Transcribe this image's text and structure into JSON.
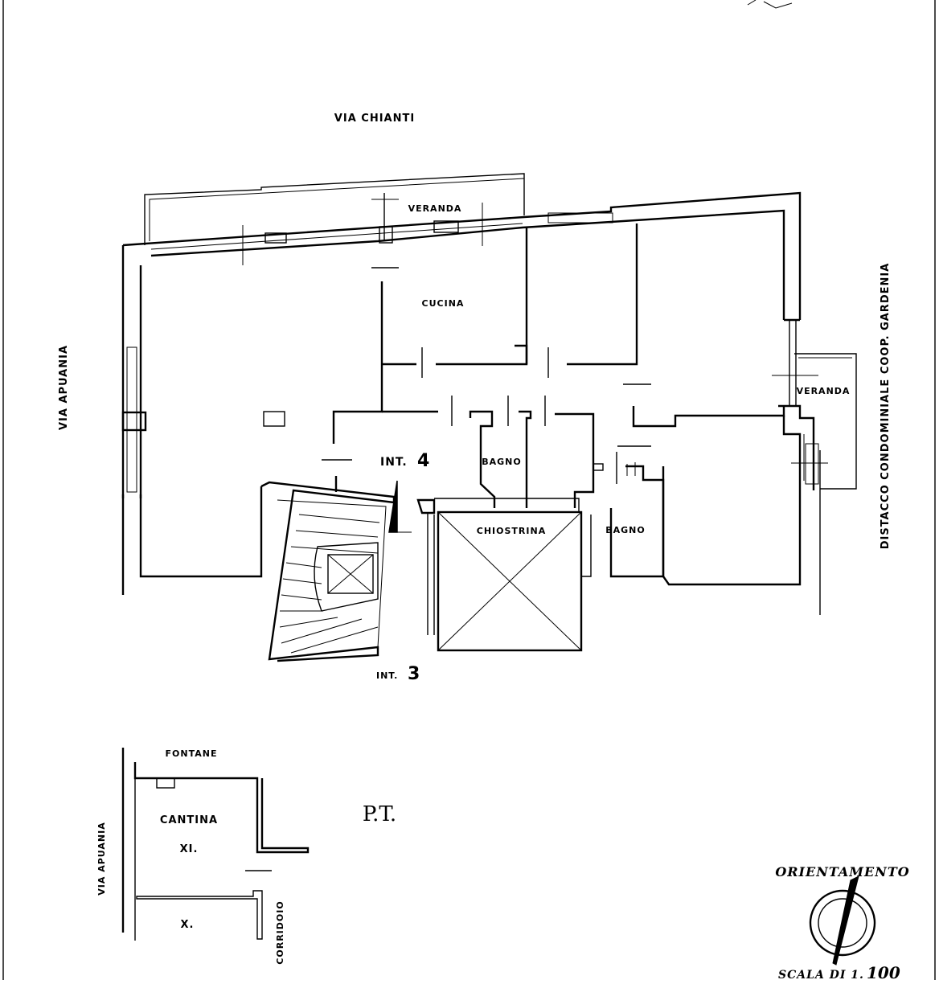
{
  "plan": {
    "street_north": "VIA CHIANTI",
    "street_west": "VIA APUANIA",
    "east_note": "DISTACCO CONDOMINIALE COOP. GARDENIA",
    "rooms": {
      "veranda_north": "VERANDA",
      "veranda_east": "VERANDA",
      "cucina": "CUCINA",
      "bagno_1": "BAGNO",
      "bagno_2": "BAGNO",
      "chiostrina": "CHIOSTRINA"
    },
    "unit_4_prefix": "INT.",
    "unit_4_number": "4",
    "unit_3_prefix": "INT.",
    "unit_3_number": "3"
  },
  "cellar": {
    "fontane": "FONTANE",
    "street": "VIA APUANIA",
    "cantina": "CANTINA",
    "xi": "XI.",
    "x": "X.",
    "corridoio": "CORRIDOIO",
    "level_note": "P.T."
  },
  "legend": {
    "orientation": "ORIENTAMENTO",
    "scale_prefix": "SCALA DI 1.",
    "scale_value": "100"
  }
}
